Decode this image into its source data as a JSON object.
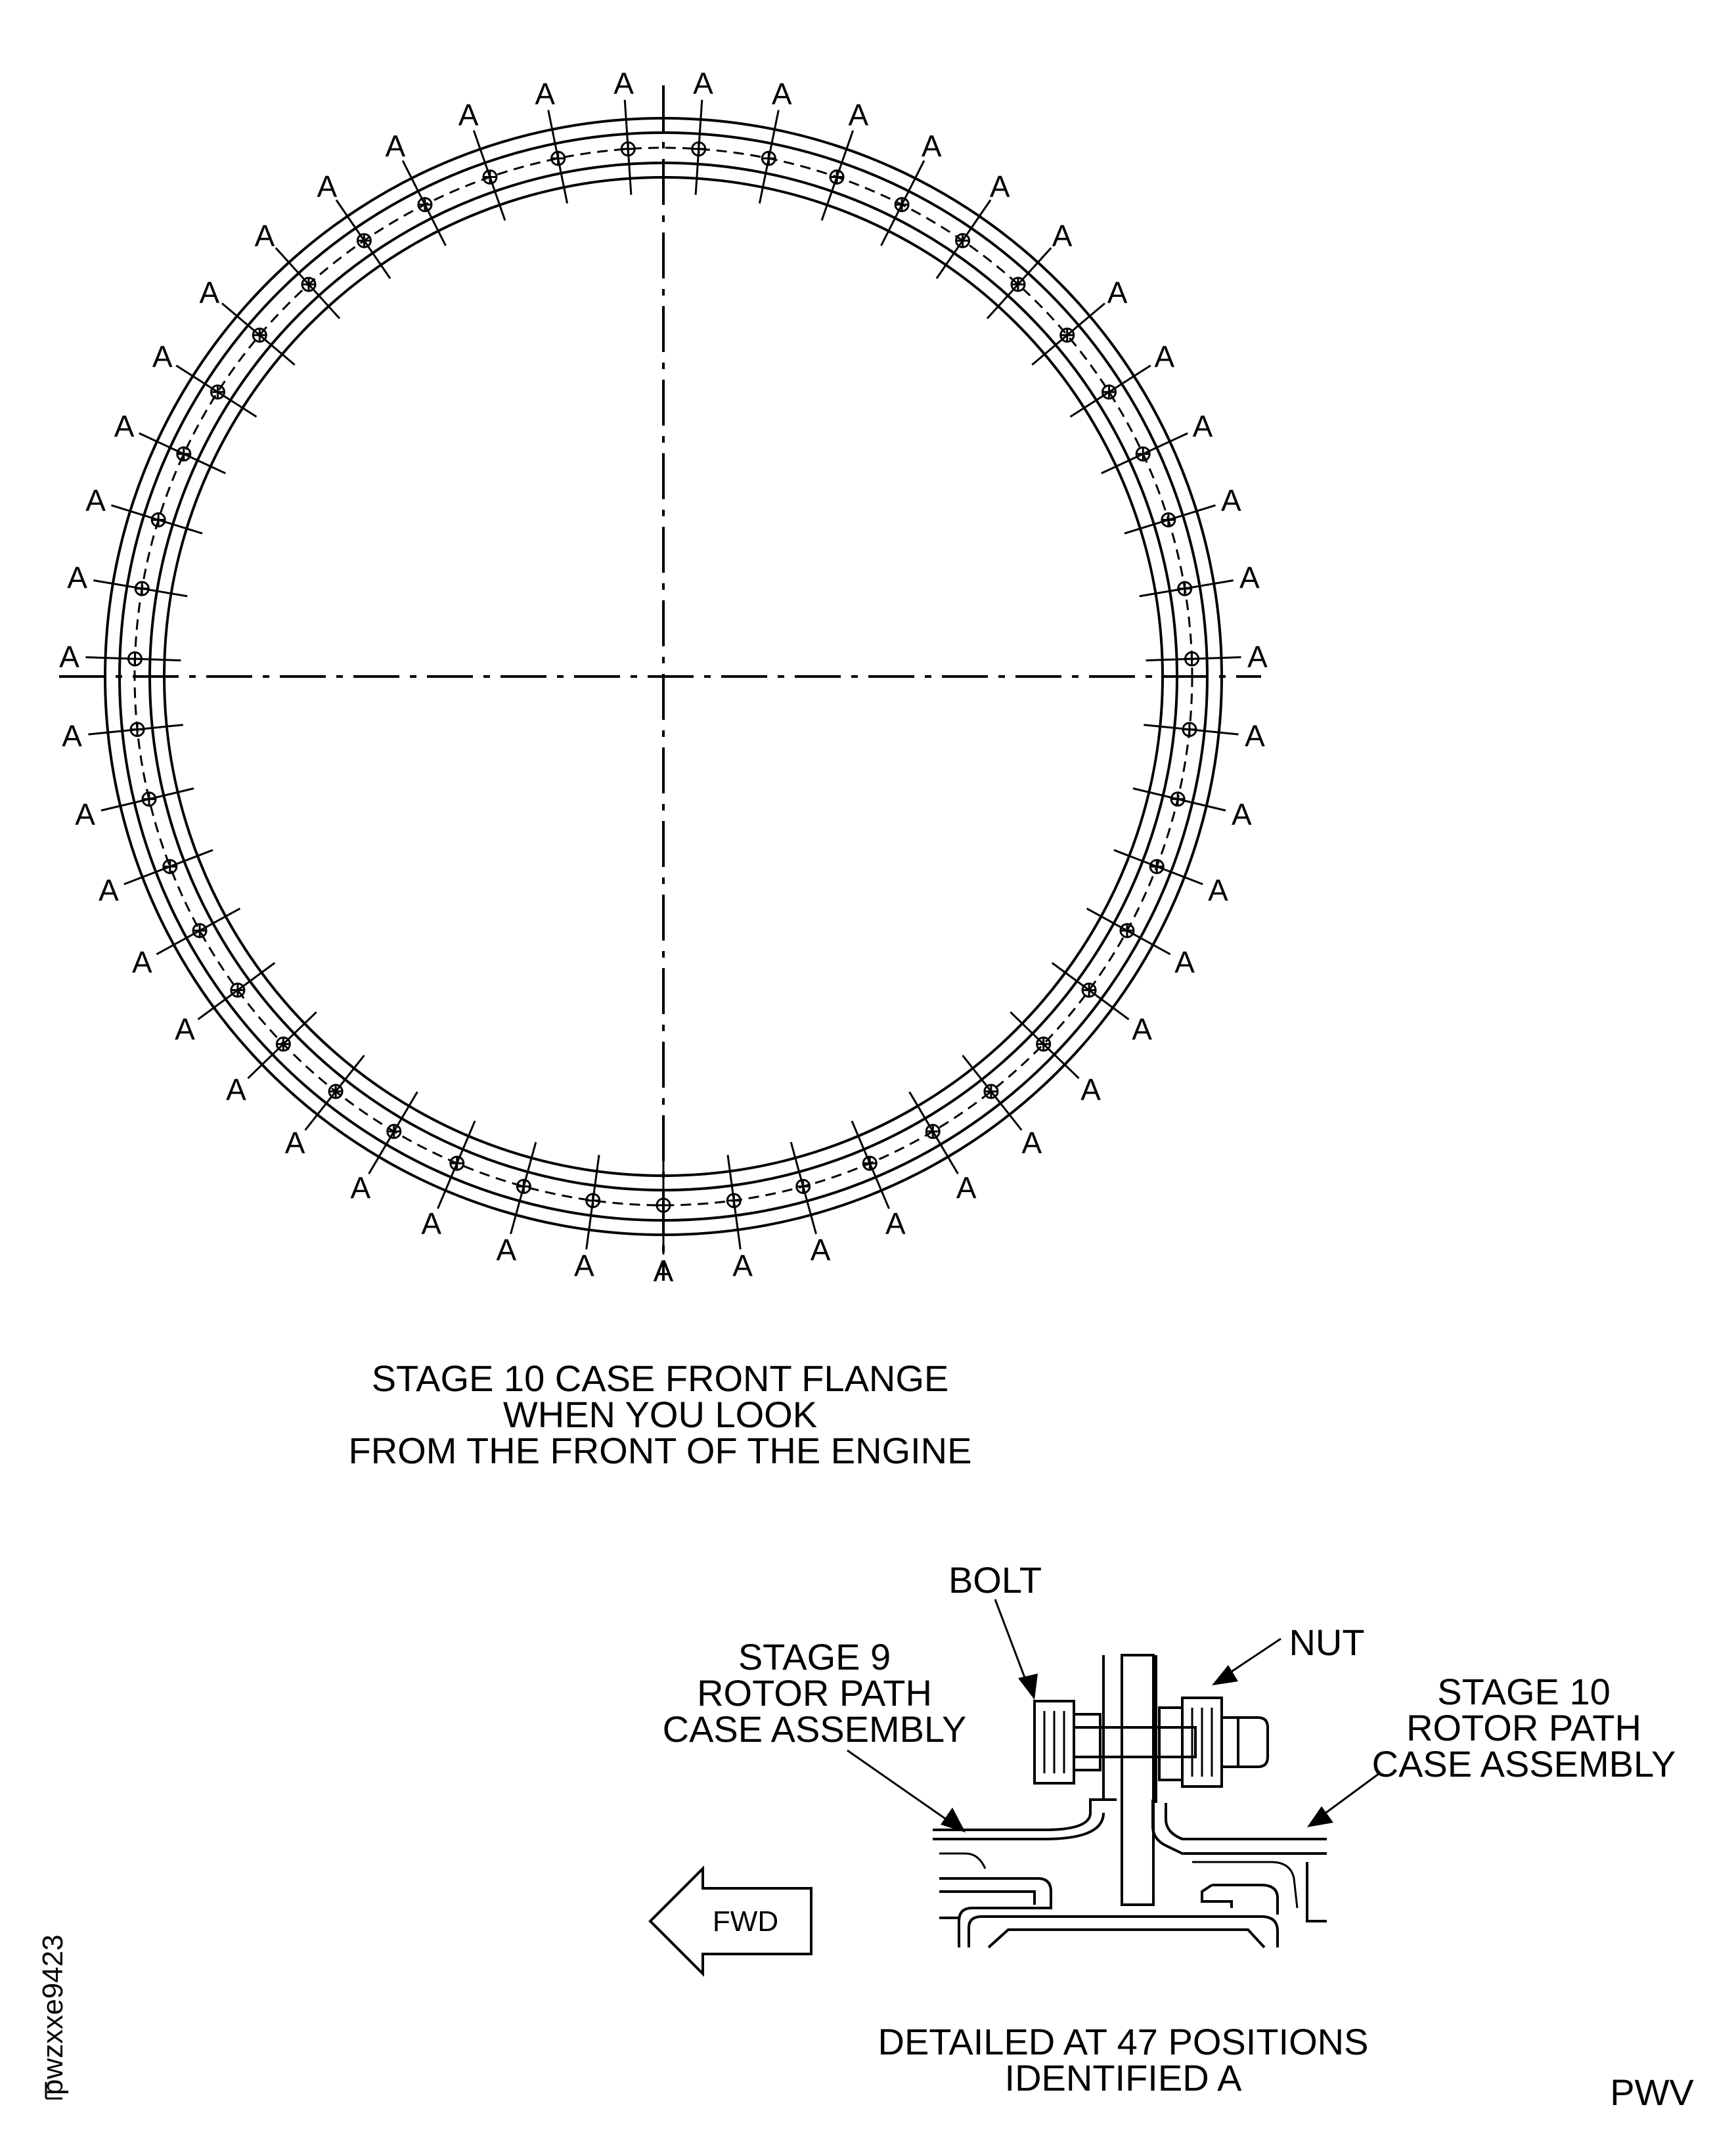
{
  "flange_view": {
    "caption_lines": [
      "STAGE 10 CASE FRONT FLANGE",
      "WHEN YOU LOOK",
      "FROM THE FRONT OF THE ENGINE"
    ],
    "position_label": "A",
    "position_count": 47
  },
  "detail_view": {
    "labels": {
      "bolt": "BOLT",
      "nut": "NUT",
      "stage9": [
        "STAGE 9",
        "ROTOR PATH",
        "CASE ASSEMBLY"
      ],
      "stage10": [
        "STAGE 10",
        "ROTOR PATH",
        "CASE ASSEMBLY"
      ],
      "fwd": "FWD"
    },
    "caption_lines": [
      "DETAILED AT 47 POSITIONS",
      "IDENTIFIED A"
    ]
  },
  "figure_id": "pwzxxe9423",
  "corner_code": "PWV"
}
